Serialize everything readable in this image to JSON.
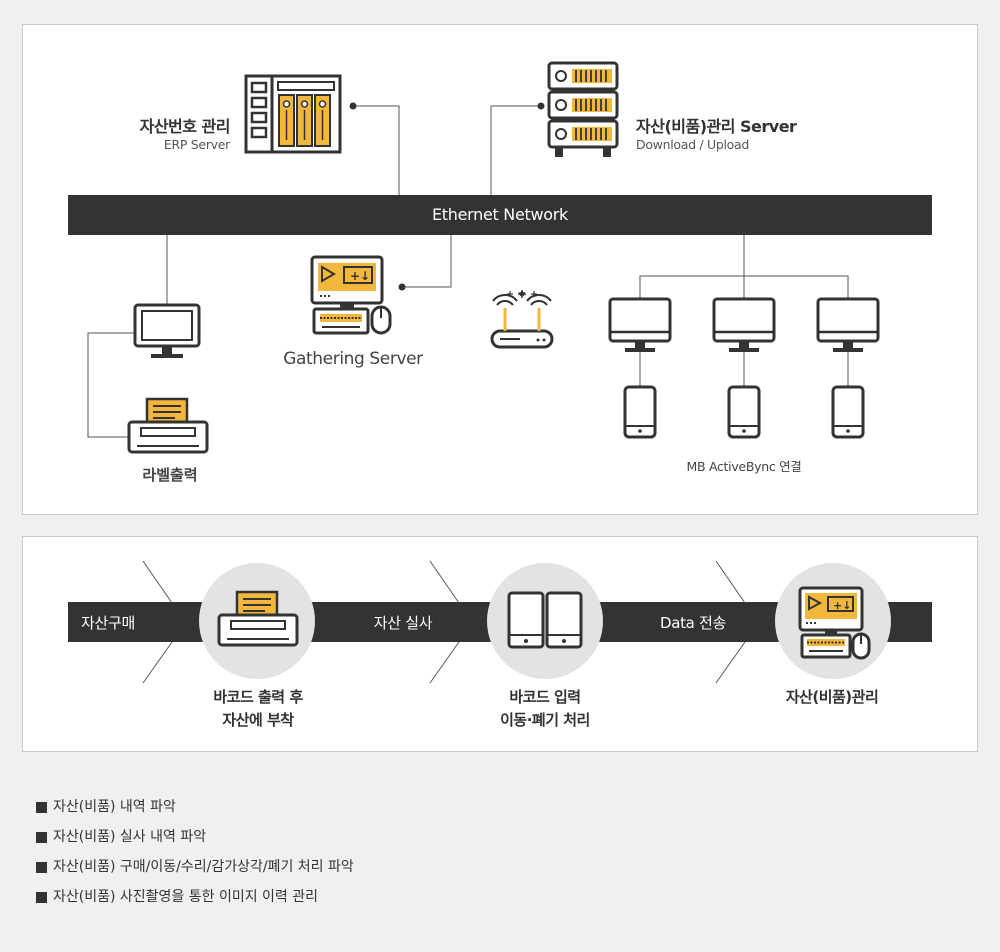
{
  "top": {
    "erp": {
      "title": "자산번호 관리",
      "subtitle": "ERP Server"
    },
    "asset_server": {
      "title": "자산(비품)관리 Server",
      "subtitle": "Download / Upload"
    },
    "network": {
      "label": "Ethernet Network"
    },
    "gathering": {
      "label": "Gathering Server"
    },
    "label_print": {
      "label": "라벨출력"
    },
    "mb": {
      "label": "MB ActiveBync 연결"
    }
  },
  "flow": {
    "bar_labels": [
      "자산구매",
      "자산 실사",
      "Data 전송"
    ],
    "steps": [
      {
        "line1": "바코드 출력 후",
        "line2": "자산에 부착"
      },
      {
        "line1": "바코드 입력",
        "line2": "이동·폐기 처리"
      },
      {
        "line1": "자산(비품)관리",
        "line2": ""
      }
    ]
  },
  "notes": [
    "자산(비품) 내역 파악",
    "자산(비품) 실사 내역 파악",
    "자산(비품) 구매/이동/수리/감가상각/폐기 처리 파악",
    "자산(비품) 사진촬영을 통한 이미지 이력 관리"
  ],
  "colors": {
    "accent": "#f3b73d",
    "dark": "#333333",
    "circle": "#e3e3e3"
  }
}
